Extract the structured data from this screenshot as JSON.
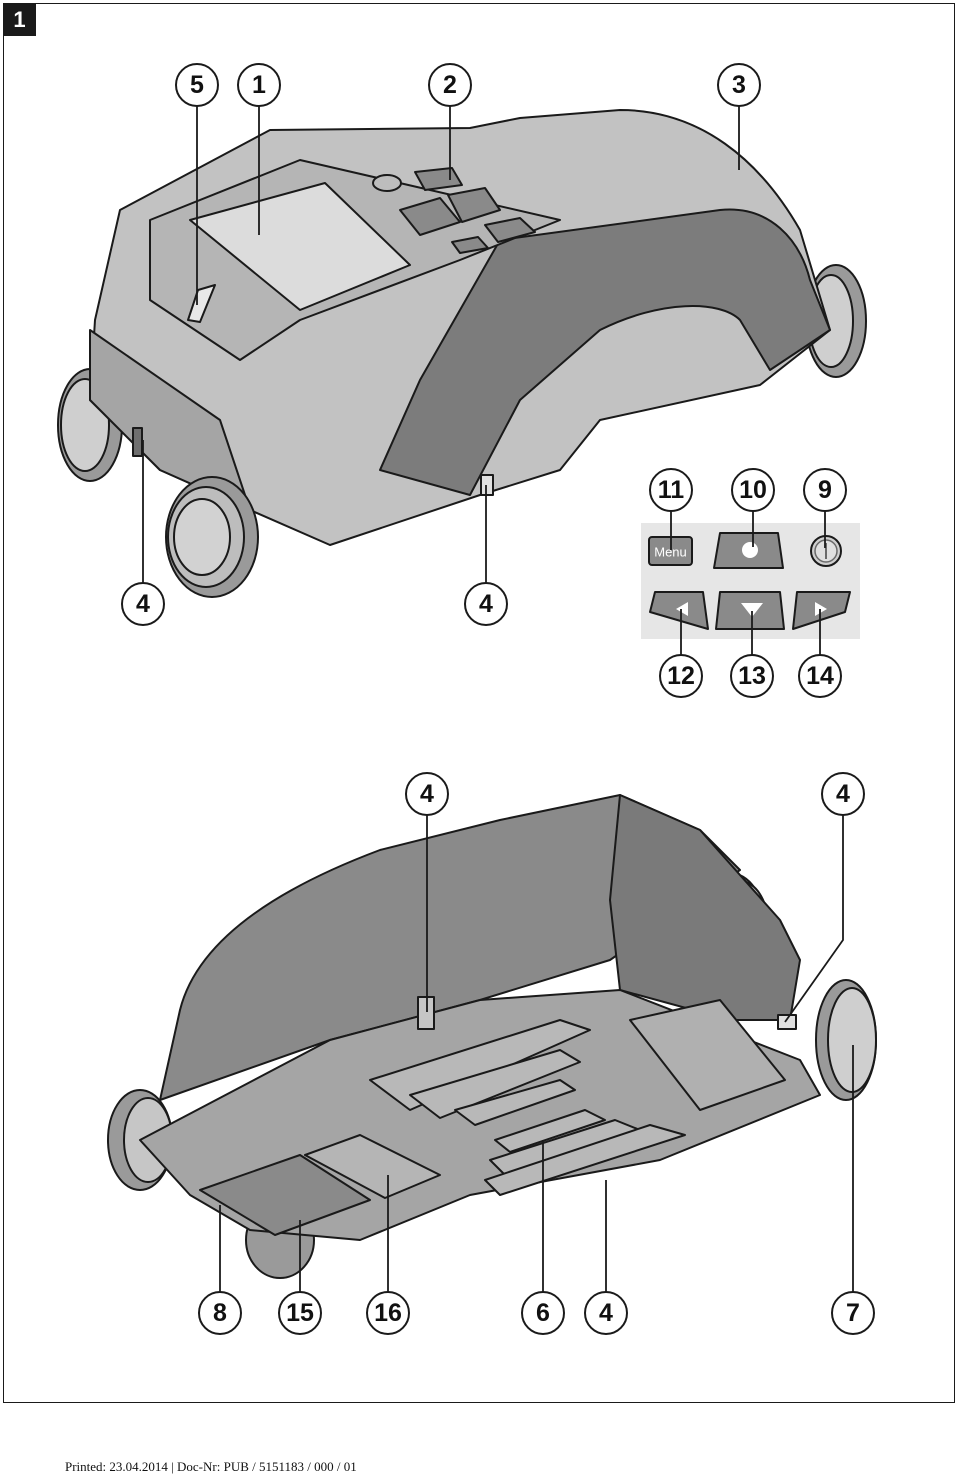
{
  "figure_number": "1",
  "callouts": {
    "c5": "5",
    "c1": "1",
    "c2": "2",
    "c3": "3",
    "c4a": "4",
    "c4b": "4",
    "c11": "11",
    "c10": "10",
    "c9": "9",
    "c12": "12",
    "c13": "13",
    "c14": "14",
    "c4c": "4",
    "c4d": "4",
    "c8": "8",
    "c15": "15",
    "c16": "16",
    "c6": "6",
    "c4e": "4",
    "c7": "7"
  },
  "keypad": {
    "menu_label": "Menu",
    "keys": [
      {
        "name": "menu-key",
        "icon": "menu-text"
      },
      {
        "name": "measure-key",
        "icon": "dot-icon"
      },
      {
        "name": "power-key",
        "icon": "power-icon"
      },
      {
        "name": "left-arrow-key",
        "icon": "left-arrow-icon"
      },
      {
        "name": "down-arrow-key",
        "icon": "down-arrow-icon"
      },
      {
        "name": "right-arrow-key",
        "icon": "right-arrow-icon"
      }
    ]
  },
  "colors": {
    "body_light": "#bfbfbf",
    "body_mid": "#a8a8a8",
    "body_dark": "#7a7a7a",
    "screen": "#d9d9d9",
    "keypad_panel": "#e6e6e6",
    "key": "#8a8a8a",
    "outline": "#1a1a1a"
  },
  "footer": "Printed: 23.04.2014 | Doc-Nr: PUB / 5151183 / 000 / 01"
}
